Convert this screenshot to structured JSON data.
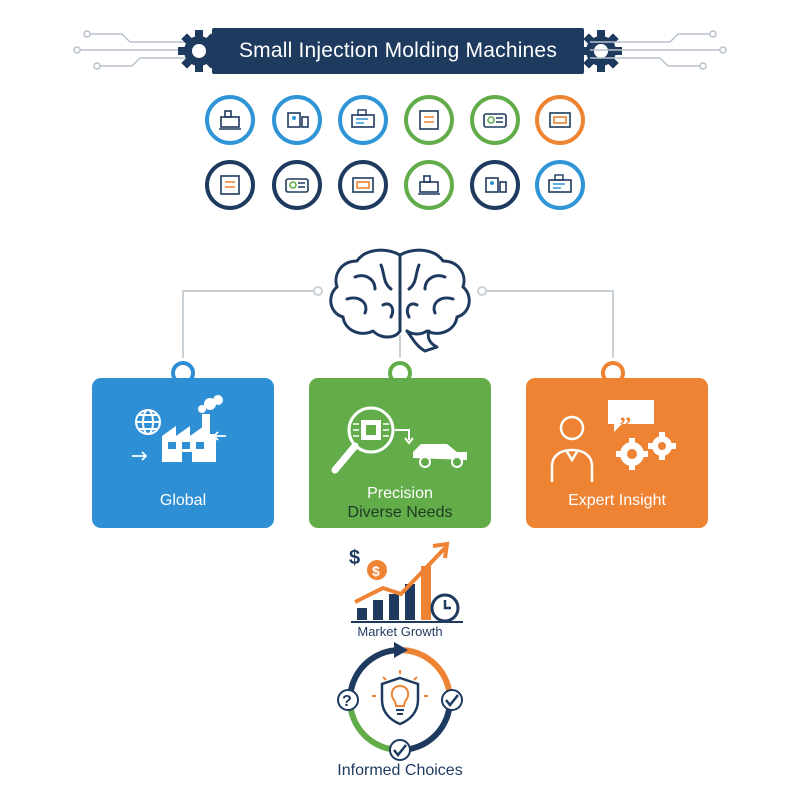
{
  "header": {
    "title": "Small Injection Molding Machines"
  },
  "icon_grid": {
    "rows": [
      [
        "blue",
        "blue",
        "blue",
        "green",
        "green",
        "orange"
      ],
      [
        "navy",
        "navy",
        "navy",
        "green",
        "navy",
        "blue"
      ]
    ]
  },
  "cards": [
    {
      "label": "Global",
      "color": "#2f8fd5"
    },
    {
      "label": "Precision",
      "sublabel": "Diverse Needs",
      "color": "#62ad4a"
    },
    {
      "label": "Expert Insight",
      "color": "#ee8334"
    }
  ],
  "market": {
    "label": "Market Growth"
  },
  "choices": {
    "label": "Informed Choices"
  },
  "colors": {
    "navy": "#1e3a5f",
    "blue": "#2f8fd5",
    "green": "#62ad4a",
    "orange": "#ee8334"
  }
}
